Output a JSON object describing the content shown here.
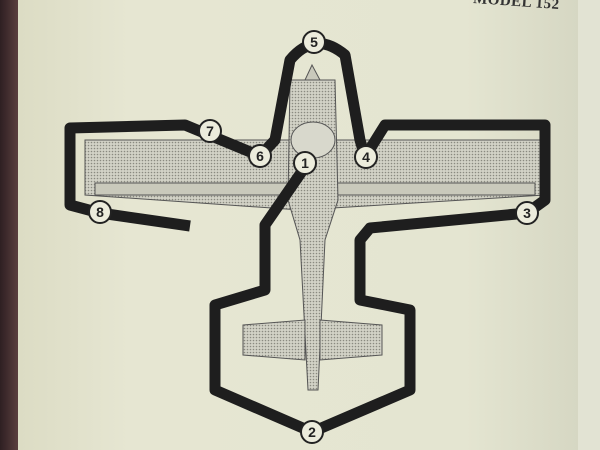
{
  "header": {
    "model": "MODEL 152"
  },
  "diagram": {
    "steps": [
      "1",
      "2",
      "3",
      "4",
      "5",
      "6",
      "7",
      "8"
    ],
    "path_color": "#1e1e1e",
    "airplane_fill": "#bdbdb2"
  }
}
